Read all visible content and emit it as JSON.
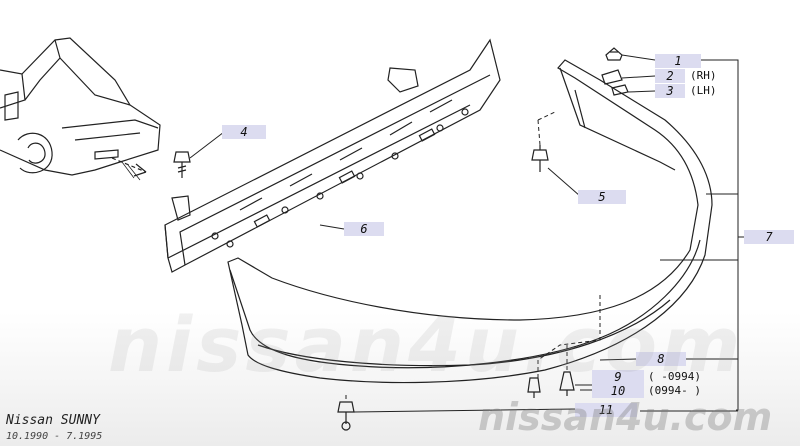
{
  "vehicle": {
    "model": "Nissan SUNNY",
    "period": "10.1990 - 7.1995"
  },
  "watermark": {
    "center": "nissan4u.com",
    "corner": "nissan4u.com"
  },
  "colors": {
    "callout_bg": "#dcdcf0",
    "line": "#222222"
  },
  "callouts": [
    {
      "number": "1",
      "note": ""
    },
    {
      "number": "2",
      "note": "(RH)"
    },
    {
      "number": "3",
      "note": "(LH)"
    },
    {
      "number": "4",
      "note": ""
    },
    {
      "number": "5",
      "note": ""
    },
    {
      "number": "6",
      "note": ""
    },
    {
      "number": "7",
      "note": ""
    },
    {
      "number": "8",
      "note": ""
    },
    {
      "number": "9",
      "note": "( -0994)"
    },
    {
      "number": "10",
      "note": "(0994- )"
    },
    {
      "number": "11",
      "note": ""
    }
  ]
}
